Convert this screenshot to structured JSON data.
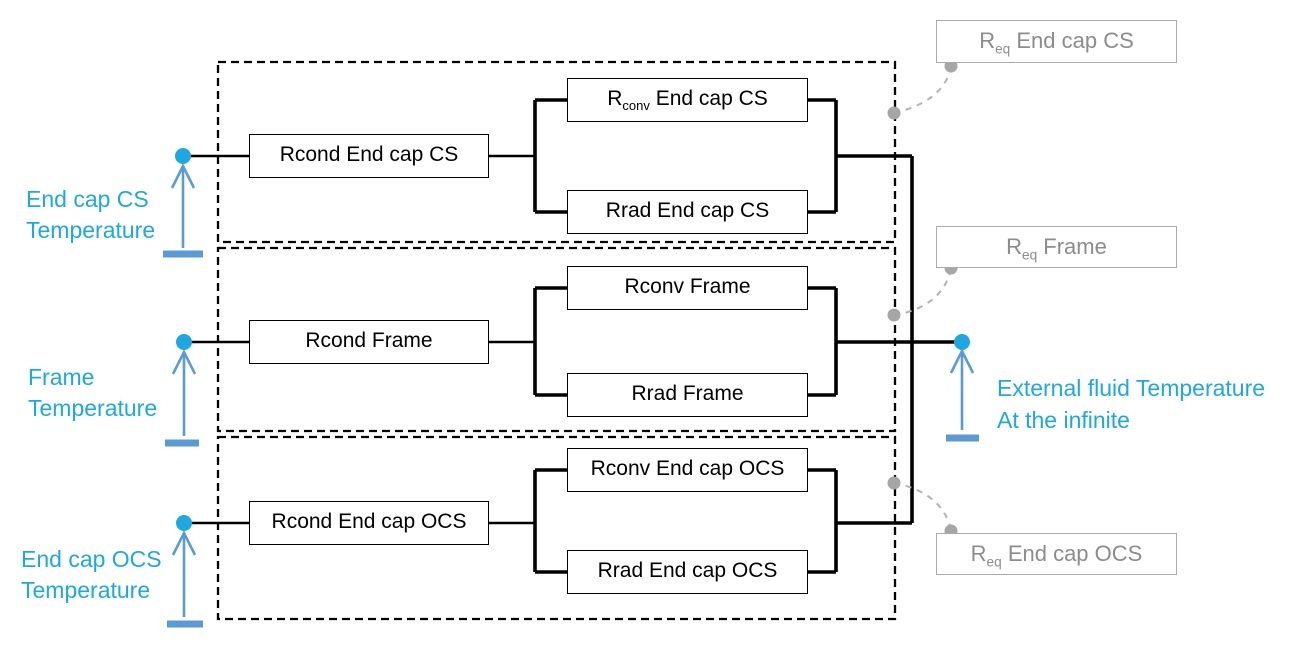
{
  "groups": [
    {
      "temp_line1": "End cap CS",
      "temp_line2": "Temperature",
      "cond": {
        "text": "Rcond End cap CS",
        "sub": "",
        "rest": ""
      },
      "conv": {
        "text": "R",
        "sub": "conv",
        "rest": " End cap CS"
      },
      "rad": {
        "text": "Rrad End cap CS",
        "sub": "",
        "rest": ""
      },
      "eq": {
        "text": "R",
        "sub": "eq",
        "rest": " End cap CS"
      }
    },
    {
      "temp_line1": "Frame",
      "temp_line2": "Temperature",
      "cond": {
        "text": "Rcond Frame",
        "sub": "",
        "rest": ""
      },
      "conv": {
        "text": "Rconv Frame",
        "sub": "",
        "rest": ""
      },
      "rad": {
        "text": "Rrad Frame",
        "sub": "",
        "rest": ""
      },
      "eq": {
        "text": "R",
        "sub": "eq",
        "rest": " Frame"
      }
    },
    {
      "temp_line1": "End cap OCS",
      "temp_line2": "Temperature",
      "cond": {
        "text": "Rcond End cap OCS",
        "sub": "",
        "rest": ""
      },
      "conv": {
        "text": "Rconv End cap OCS",
        "sub": "",
        "rest": ""
      },
      "rad": {
        "text": "Rrad End cap OCS",
        "sub": "",
        "rest": ""
      },
      "eq": {
        "text": "R",
        "sub": "eq",
        "rest": " End cap OCS"
      }
    }
  ],
  "external_label": {
    "line1": "External fluid Temperature",
    "line2": "At the infinite"
  },
  "colors": {
    "label_cyan": "#1fa7e1",
    "node_cyan": "#1fa7e1",
    "arrow_blue": "#5b9bd5",
    "eq_border_gray": "#ababab",
    "eq_text_gray": "#8c8c8c",
    "connector_gray": "#b3b3b3",
    "callout_dot_gray": "#a6a6a6",
    "wire_black": "#000000"
  }
}
